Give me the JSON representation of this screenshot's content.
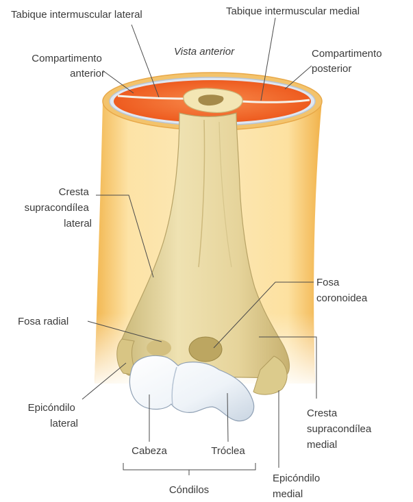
{
  "view_label": "Vista anterior",
  "labels": {
    "tabique_lateral": "Tabique intermuscular lateral",
    "tabique_medial": "Tabique intermuscular medial",
    "comp_anterior": [
      "Compartimento",
      "anterior"
    ],
    "comp_posterior": [
      "Compartimento",
      "posterior"
    ],
    "cresta_lateral": [
      "Cresta",
      "supracondílea",
      "lateral"
    ],
    "fosa_coronoidea": [
      "Fosa",
      "coronoidea"
    ],
    "fosa_radial": "Fosa radial",
    "epicondilo_lateral": [
      "Epicóndilo",
      "lateral"
    ],
    "cresta_medial": [
      "Cresta",
      "supracondílea",
      "medial"
    ],
    "cabeza": "Cabeza",
    "troclea": "Tróclea",
    "condilos": "Cóndilos",
    "epicondilo_medial": [
      "Epicóndilo",
      "medial"
    ]
  },
  "colors": {
    "muscle": "#f05a1e",
    "muscle_light": "#f7894a",
    "limb": "#f7c97a",
    "bone": "#e6d49a",
    "cartilage": "#f4f7fb",
    "leader": "#4a4a4a"
  }
}
